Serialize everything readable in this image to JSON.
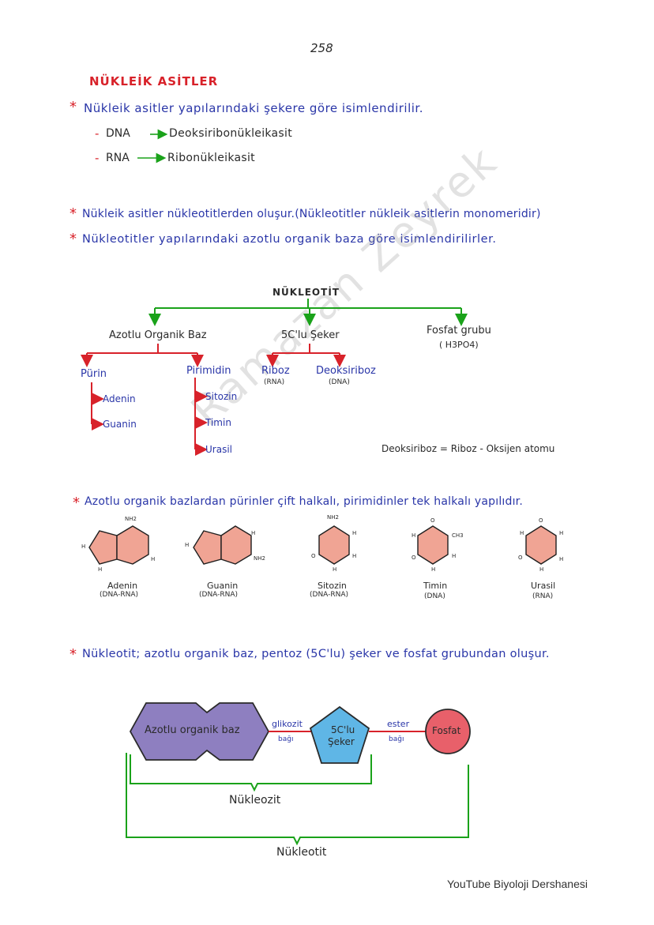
{
  "page_number": "258",
  "title": "NÜKLEİK ASİTLER",
  "bullets": {
    "b1": "Nükleik asitler yapılarındaki şekere göre isimlendirilir.",
    "b1_items": [
      {
        "abbr": "DNA",
        "full": "Deoksiribonükleikasit"
      },
      {
        "abbr": "RNA",
        "full": "Ribonükleikasit"
      }
    ],
    "b2": "Nükleik asitler nükleotitlerden oluşur.(Nükleotitler nükleik asitlerin monomeridir)",
    "b3": "Nükleotitler yapılarındaki azotlu organik baza göre isimlendirilirler.",
    "b4": "Azotlu organik bazlardan pürinler çift halkalı, pirimidinler tek halkalı yapılıdır.",
    "b5": "Nükleotit; azotlu organik baz, pentoz (5C'lu) şeker ve fosfat grubundan oluşur."
  },
  "tree": {
    "root": "NÜKLEOTİT",
    "branch1": "Azotlu Organik Baz",
    "branch2": "5C'lu Şeker",
    "branch3": "Fosfat grubu",
    "branch3_formula": "( H3PO4)",
    "purin": "Pürin",
    "pirimidin": "Pirimidin",
    "purin_items": [
      "Adenin",
      "Guanin"
    ],
    "pirimidin_items": [
      "Sitozin",
      "Timin",
      "Urasil"
    ],
    "riboz": "Riboz",
    "riboz_sub": "(RNA)",
    "deoksiriboz": "Deoksiriboz",
    "deoksiriboz_sub": "(DNA)",
    "note": "Deoksiriboz = Riboz - Oksijen atomu"
  },
  "molecules": [
    {
      "name": "Adenin",
      "sub": "(DNA-RNA)"
    },
    {
      "name": "Guanin",
      "sub": "(DNA-RNA)"
    },
    {
      "name": "Sitozin",
      "sub": "(DNA-RNA)"
    },
    {
      "name": "Timin",
      "sub": "(DNA)"
    },
    {
      "name": "Urasil",
      "sub": "(RNA)"
    }
  ],
  "atoms": {
    "nh2": "NH2",
    "h": "H",
    "o": "O",
    "ch3": "CH3"
  },
  "diagram": {
    "base": "Azotlu organik baz",
    "bond1": "glikozit",
    "bond1_sub": "bağı",
    "sugar_line1": "5C'lu",
    "sugar_line2": "Şeker",
    "bond2": "ester",
    "bond2_sub": "bağı",
    "phosphate": "Fosfat",
    "nukleozit": "Nükleozit",
    "nukleotit": "Nükleotit"
  },
  "watermark": "Ramazan Zeyrek",
  "footer": "YouTube Biyoloji Dershanesi",
  "colors": {
    "red": "#d8222a",
    "blue": "#2a36a8",
    "green": "#1aa21a",
    "purple": "#8e7fc0",
    "sugar": "#5fb6e6",
    "phosphate": "#e8606a",
    "ring_fill": "#f0a494"
  }
}
